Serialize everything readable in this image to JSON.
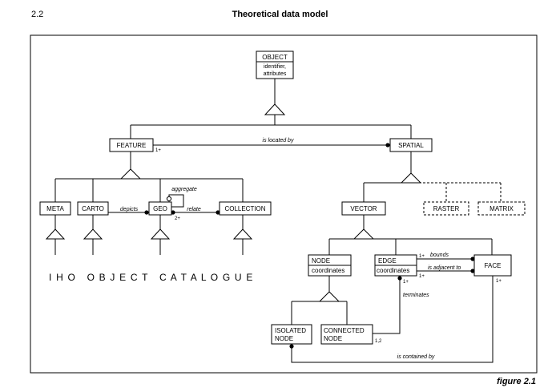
{
  "header": {
    "section": "2.2",
    "title": "Theoretical data model"
  },
  "figure_label": "figure 2.1",
  "catalogue_label": "I H O   O B J E C T   C A T A L O G U E",
  "boxes": {
    "object": "OBJECT",
    "object_attr1": "identifier,",
    "object_attr2": "attributes",
    "feature": "FEATURE",
    "spatial": "SPATIAL",
    "meta": "META",
    "carto": "CARTO",
    "geo": "GEO",
    "collection": "COLLECTION",
    "vector": "VECTOR",
    "raster": "RASTER",
    "matrix": "MATRIX",
    "node": "NODE",
    "node_attr": "coordinates",
    "edge": "EDGE",
    "edge_attr": "coordinates",
    "face": "FACE",
    "isolated_node_1": "ISOLATED",
    "isolated_node_2": "NODE",
    "connected_node_1": "CONNECTED",
    "connected_node_2": "NODE"
  },
  "relations": {
    "is_located_by": "is located by",
    "depicts": "depicts",
    "aggregate": "aggregate",
    "relate": "relate",
    "bounds": "bounds",
    "is_adjacent_to": "is adjacent to",
    "terminates": "terminates",
    "is_contained_by": "is contained by"
  },
  "multiplicities": {
    "feature_1plus": "1+",
    "geo_2plus": "2+",
    "edge_bounds_1plus": "1+",
    "edge_adjacent_1plus": "1+",
    "edge_terminates_1plus": "1+",
    "face_1plus": "1+",
    "connected_1_2": "1,2"
  }
}
